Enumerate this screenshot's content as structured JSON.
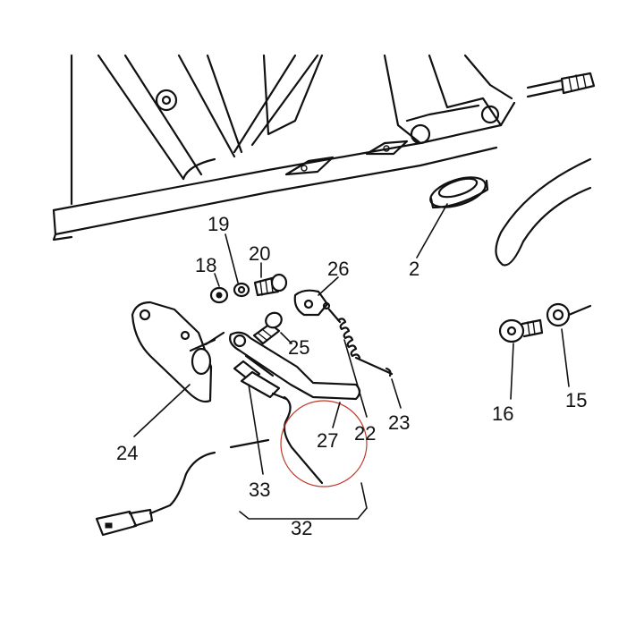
{
  "callouts": {
    "c2": "2",
    "c15": "15",
    "c16": "16",
    "c18": "18",
    "c19": "19",
    "c20": "20",
    "c22": "22",
    "c23": "23",
    "c24": "24",
    "c25": "25",
    "c26": "26",
    "c27": "27",
    "c32": "32",
    "c33": "33"
  },
  "colors": {
    "ink": "#111111",
    "background": "#ffffff",
    "highlight_circle": "#c0392b"
  }
}
